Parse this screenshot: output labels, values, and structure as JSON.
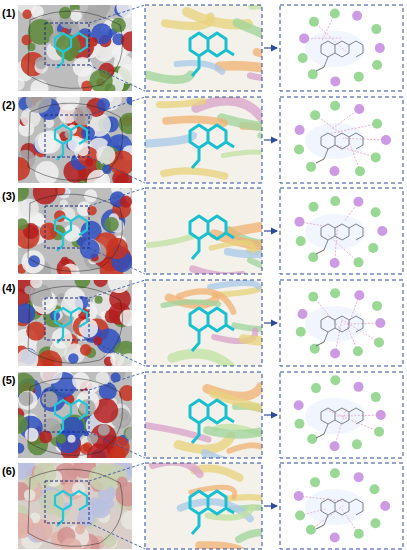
{
  "diagram": {
    "labels": [
      "(1)",
      "(2)",
      "(3)",
      "(4)",
      "(5)",
      "(6)"
    ]
  }
}
